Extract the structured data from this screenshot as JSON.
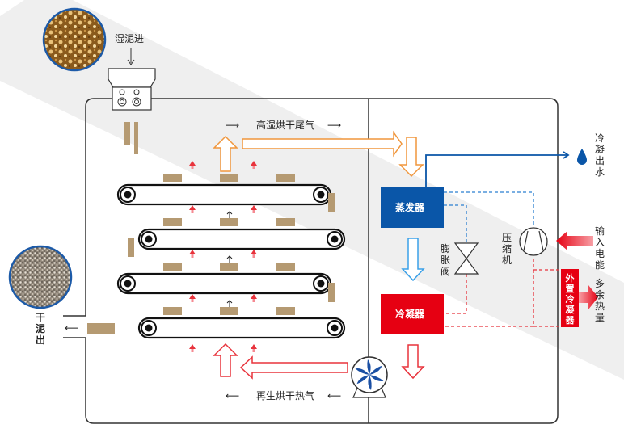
{
  "title": "低温除湿热泵污泥干化系统原理图",
  "colors": {
    "background_band": "#efefef",
    "frame": "#333333",
    "sludge": "#b59a72",
    "hot_arrow": "#e8333c",
    "exhaust_arrow": "#f0963c",
    "evaporator": "#0a56a8",
    "condenser": "#e60012",
    "cold_arrow": "#3aa0e8",
    "water_line": "#0a56a8",
    "fan_blade": "#1a4fa3"
  },
  "labels": {
    "wet_sludge_in": "湿泥进",
    "dry_sludge_out": "干泥出",
    "humid_exhaust": "高湿烘干尾气",
    "regenerated_hot_air": "再生烘干热气",
    "evaporator": "蒸发器",
    "condenser": "冷凝器",
    "expansion_valve": "膨胀阀",
    "compressor": "压缩机",
    "condensate_out": "冷凝出水",
    "electric_input": "输入电能",
    "external_condenser": "外置冷凝器",
    "excess_heat": "多余热量"
  },
  "flow_arrows": {
    "left": "⟶",
    "right": "⟵"
  },
  "icons": {
    "water_drop": "water-drop-icon",
    "fan": "fan-icon",
    "compressor": "compressor-icon",
    "valve": "expansion-valve-icon",
    "feeder": "feeder-hopper-icon"
  }
}
